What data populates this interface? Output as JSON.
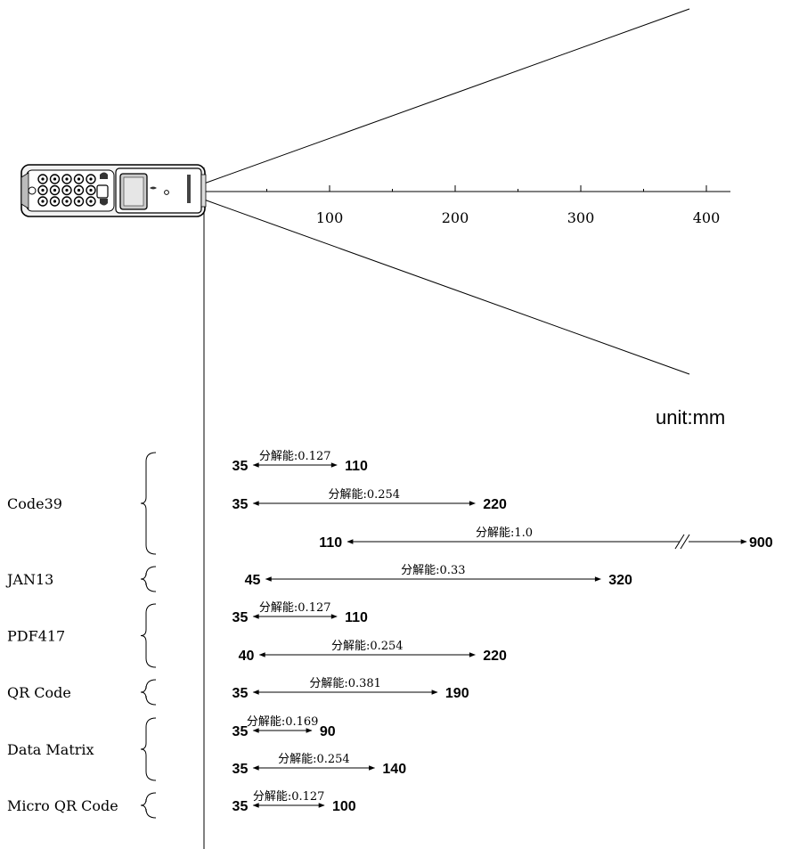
{
  "unit_label": "unit:mm",
  "axis": {
    "ticks": [
      {
        "value": 100,
        "label": "100"
      },
      {
        "value": 200,
        "label": "200"
      },
      {
        "value": 300,
        "label": "300"
      },
      {
        "value": 400,
        "label": "400"
      }
    ]
  },
  "groups": [
    {
      "name": "Code39",
      "rows": [
        {
          "min_label": "35",
          "max_label": "110",
          "resolution": "分解能:0.127",
          "broken": false
        },
        {
          "min_label": "35",
          "max_label": "220",
          "resolution": "分解能:0.254",
          "broken": false
        },
        {
          "min_label": "110",
          "max_label": "900",
          "resolution": "分解能:1.0",
          "broken": true
        }
      ]
    },
    {
      "name": "JAN13",
      "rows": [
        {
          "min_label": "45",
          "max_label": "320",
          "resolution": "分解能:0.33",
          "broken": false
        }
      ]
    },
    {
      "name": "PDF417",
      "rows": [
        {
          "min_label": "35",
          "max_label": "110",
          "resolution": "分解能:0.127",
          "broken": false
        },
        {
          "min_label": "40",
          "max_label": "220",
          "resolution": "分解能:0.254",
          "broken": false
        }
      ]
    },
    {
      "name": "QR Code",
      "rows": [
        {
          "min_label": "35",
          "max_label": "190",
          "resolution": "分解能:0.381",
          "broken": false
        }
      ]
    },
    {
      "name": "Data Matrix",
      "rows": [
        {
          "min_label": "35",
          "max_label": "90",
          "resolution": "分解能:0.169",
          "broken": false
        },
        {
          "min_label": "35",
          "max_label": "140",
          "resolution": "分解能:0.254",
          "broken": false
        }
      ]
    },
    {
      "name": "Micro QR Code",
      "rows": [
        {
          "min_label": "35",
          "max_label": "100",
          "resolution": "分解能:0.127",
          "broken": false
        }
      ]
    }
  ]
}
